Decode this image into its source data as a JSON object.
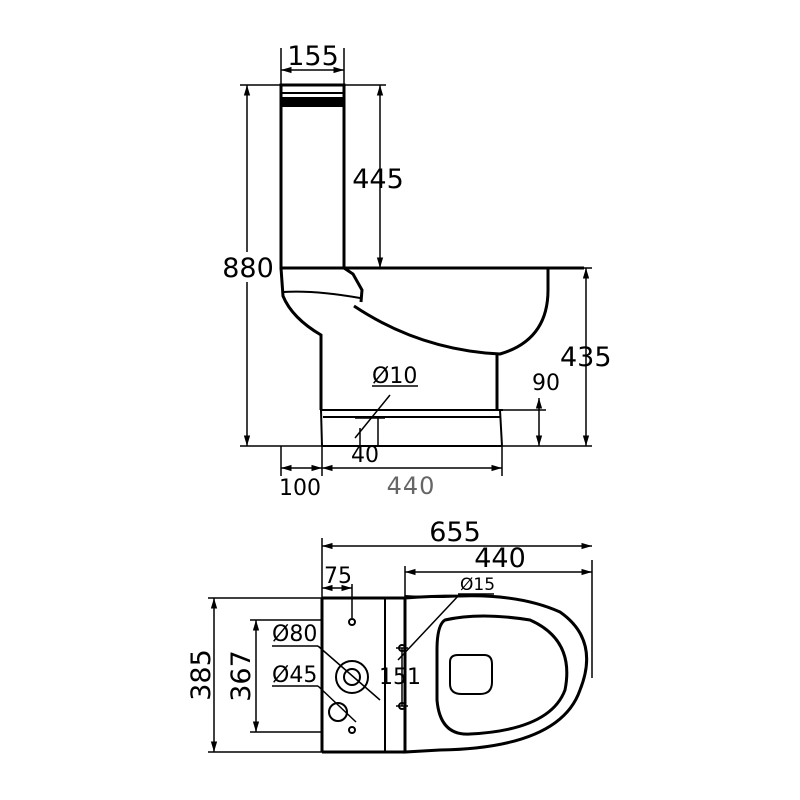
{
  "side_view": {
    "dim_tank_width": "155",
    "dim_tank_height": "445",
    "dim_total_height": "880",
    "dim_bowl_height": "435",
    "dim_base_height": "90",
    "dim_hole_diameter": "Ø10",
    "dim_hole_offset": "40",
    "dim_rear_offset": "100",
    "dim_base_length": "440"
  },
  "top_view": {
    "dim_total_length": "655",
    "dim_bowl_length": "440",
    "dim_outlet_offset": "75",
    "dim_seat_hole_diameter": "Ø15",
    "dim_outlet_diameter_outer": "Ø80",
    "dim_outlet_diameter_inner": "Ø45",
    "dim_total_width": "385",
    "dim_tank_width": "367",
    "dim_seat_hole_spacing": "151"
  }
}
